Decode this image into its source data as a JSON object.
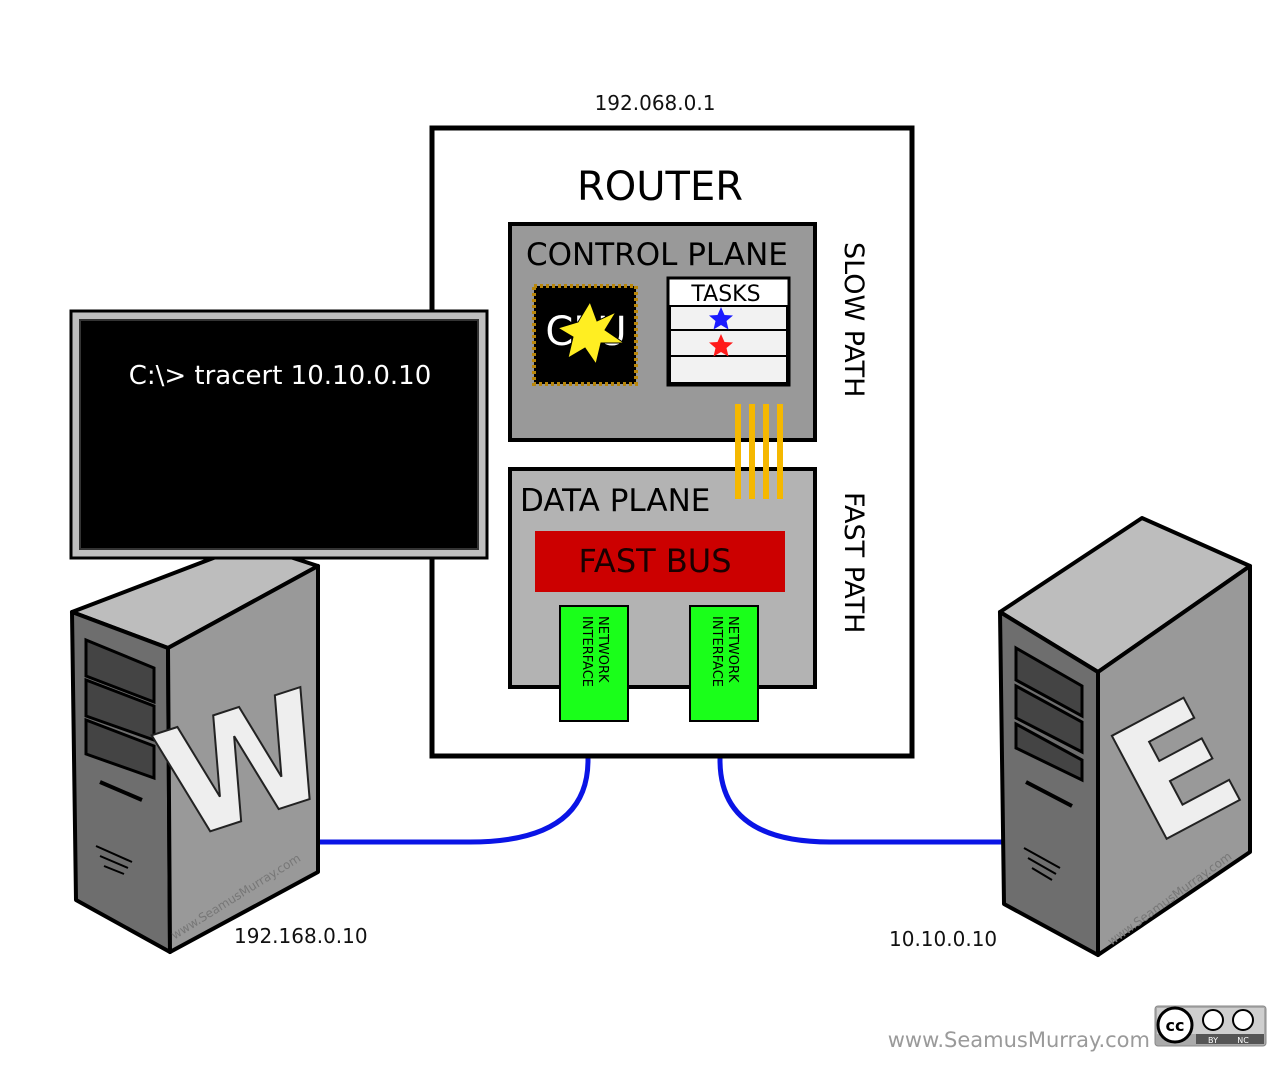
{
  "router": {
    "ip": "192.068.0.1",
    "title": "ROUTER",
    "control_plane": {
      "label": "CONTROL PLANE",
      "cpu_label": "CPU",
      "tasks_label": "TASKS",
      "tasks": [
        {
          "star_color": "#1a1aff"
        },
        {
          "star_color": "#ff1a1a"
        },
        {
          "star_color": ""
        }
      ]
    },
    "data_plane": {
      "label": "DATA PLANE",
      "bus_label": "FAST BUS",
      "interfaces": [
        {
          "line1": "NETWORK",
          "line2": "INTERFACE"
        },
        {
          "line1": "NETWORK",
          "line2": "INTERFACE"
        }
      ]
    },
    "slow_path_label": "SLOW PATH",
    "fast_path_label": "FAST PATH"
  },
  "terminal": {
    "command": "C:\\> tracert 10.10.0.10"
  },
  "servers": {
    "left": {
      "letter": "W",
      "ip": "192.168.0.10",
      "watermark": "www.SeamusMurray.com"
    },
    "right": {
      "letter": "E",
      "ip": "10.10.0.10",
      "watermark": "www.SeamusMurray.com"
    }
  },
  "footer": {
    "credit": "www.SeamusMurray.com",
    "license_by": "BY",
    "license_nc": "NC"
  },
  "colors": {
    "cable": "#0a14e6",
    "bus": "#cc0000",
    "interface": "#1aff1a",
    "pins": "#f5b800",
    "plane_fill": "#999999",
    "data_fill": "#b3b3b3",
    "server_front": "#999999",
    "server_side": "#6e6e6e",
    "server_top": "#bdbdbd"
  }
}
